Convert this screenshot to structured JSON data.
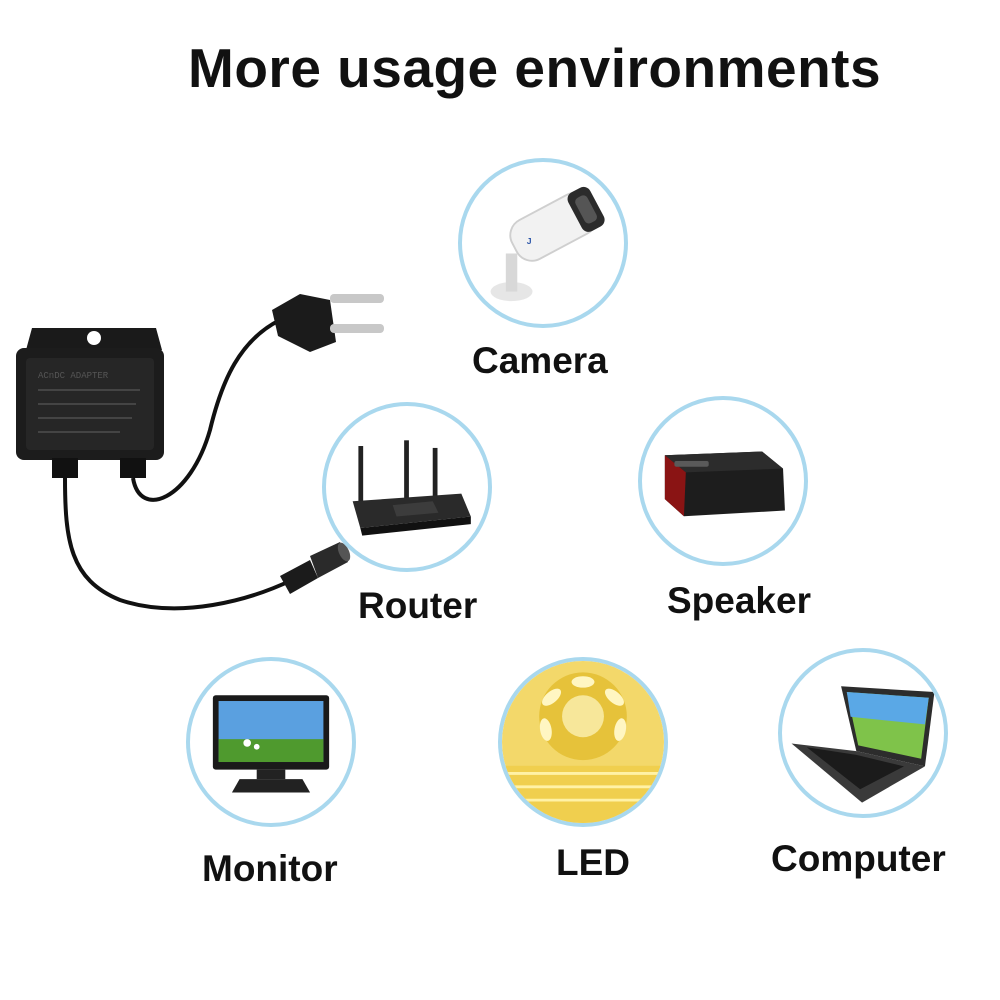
{
  "title": "More usage environments",
  "accent_color": "#a9d8ee",
  "adapter": {
    "icon": "power-adapter-icon",
    "label_text": "ACnDC ADAPTER"
  },
  "devices": [
    {
      "id": "camera",
      "label": "Camera",
      "icon": "camera-icon"
    },
    {
      "id": "router",
      "label": "Router",
      "icon": "router-icon"
    },
    {
      "id": "speaker",
      "label": "Speaker",
      "icon": "speaker-icon"
    },
    {
      "id": "monitor",
      "label": "Monitor",
      "icon": "monitor-icon"
    },
    {
      "id": "led",
      "label": "LED",
      "icon": "led-strip-icon"
    },
    {
      "id": "computer",
      "label": "Computer",
      "icon": "laptop-icon"
    }
  ]
}
